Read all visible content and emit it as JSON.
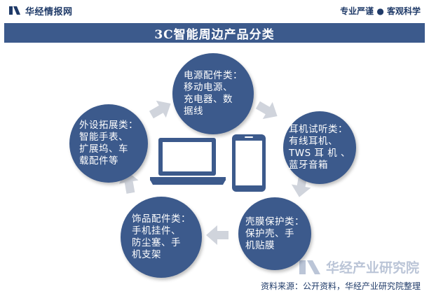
{
  "header": {
    "brand": "华经情报网",
    "tagline": "专业严谨 ● 客观科学"
  },
  "title": "3C智能周边产品分类",
  "nodes": [
    {
      "id": "power",
      "text": "电源配件类：\n移动电源、\n充电器、数\n据线"
    },
    {
      "id": "audio",
      "text": "耳机试听类：\n有线耳机、\nTWS 耳 机 、\n蓝牙音箱"
    },
    {
      "id": "protect",
      "text": "壳膜保护类：\n保护壳、手\n机贴膜"
    },
    {
      "id": "accessory",
      "text": "饰品配件类：\n手机挂件、\n防尘塞、手\n机支架"
    },
    {
      "id": "external",
      "text": "外设拓展类：\n智能手表、\n扩展坞、车\n载配件等"
    }
  ],
  "watermark": "华经产业研究院",
  "source": "资料来源：公开资料，华经产业研究院整理",
  "colors": {
    "node_fill": "#3c5a8c",
    "arrow_fill": "#d0d4dc",
    "device_fill": "#3c5a8c",
    "brand": "#1f3a68"
  },
  "icons": {
    "center_left": "laptop-icon",
    "center_right": "smartphone-icon"
  }
}
